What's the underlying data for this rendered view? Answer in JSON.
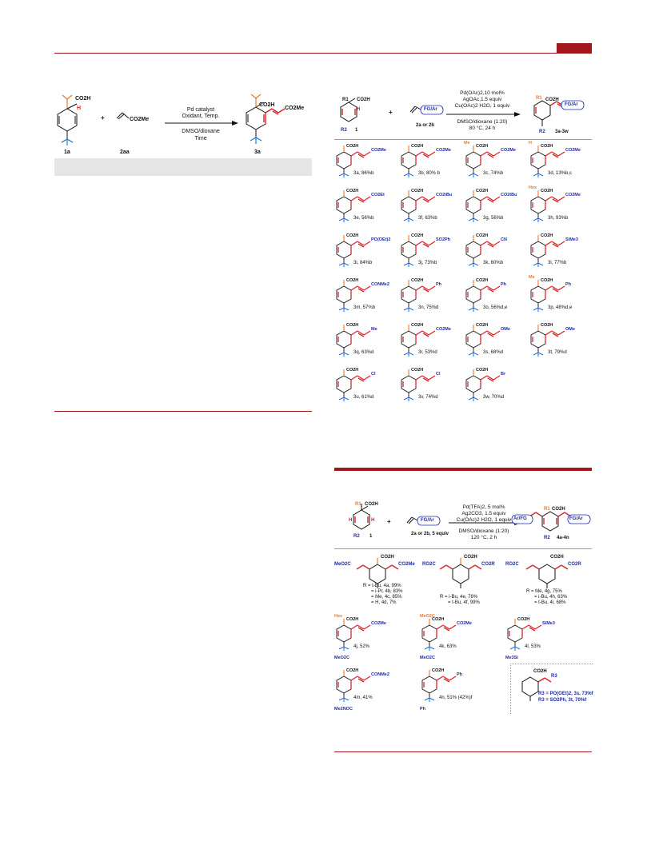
{
  "colors": {
    "accent_red": "#a3161b",
    "bond_red": "#d8242a",
    "substituent_blue": "#1b2aa6",
    "methyl_orange": "#e8792d",
    "panel_gray": "#e5e5e5"
  },
  "scheme1": {
    "reactant_acid_group": "CO2H",
    "reactant_h": "H",
    "plus": "+",
    "acrylate_group": "CO2Me",
    "conditions": [
      "Pd catalyst",
      "Oxidant, Temp.",
      "DMSO/dioxane",
      "Time"
    ],
    "product_acid": "CO2H",
    "product_ester": "CO2Me",
    "labels": {
      "substrate": "1a",
      "olefin": "2aa",
      "product": "3a"
    }
  },
  "scheme2": {
    "reactant_acid": "CO2H",
    "r1": "R1",
    "r2": "R2",
    "h": "H",
    "substrate_label": "1",
    "plus": "+",
    "olefin_group": "FG/Ar",
    "olefin_label": "2a or 2b",
    "conditions": [
      "Pd(OAc)2,10 mol%",
      "AgOAc,1.5 equiv",
      "Cu(OAc)2 H2O, 1 equiv",
      "DMSO/dioxane (1:20)",
      "80 °C, 24 h"
    ],
    "product_acid": "CO2H",
    "product_group": "FG/Ar",
    "product_label": "3a-3w",
    "products": [
      {
        "id": "3a",
        "yield": "3a, 86%b",
        "tail": "CO2Me"
      },
      {
        "id": "3b",
        "yield": "3b, 80% b",
        "tail": "CO2Me"
      },
      {
        "id": "3c",
        "yield": "3c, 74%b",
        "tail": "CO2Me",
        "sub": "Me"
      },
      {
        "id": "3d",
        "yield": "3d, 13%b,c",
        "tail": "CO2Me",
        "sub": "H"
      },
      {
        "id": "3e",
        "yield": "3e, 56%b",
        "tail": "CO2Et"
      },
      {
        "id": "3f",
        "yield": "3f, 63%b",
        "tail": "CO2iBu"
      },
      {
        "id": "3g",
        "yield": "3g, 56%b",
        "tail": "CO2tBu"
      },
      {
        "id": "3h",
        "yield": "3h, 93%b",
        "tail": "CO2Me",
        "sub": "Hex"
      },
      {
        "id": "3i",
        "yield": "3i, 84%b",
        "tail": "PO(OEt)2"
      },
      {
        "id": "3j",
        "yield": "3j, 73%b",
        "tail": "SO2Ph"
      },
      {
        "id": "3k",
        "yield": "3k, 60%b",
        "tail": "CN"
      },
      {
        "id": "3l",
        "yield": "3l, 77%b",
        "tail": "SiMe3"
      },
      {
        "id": "3m",
        "yield": "3m, 57%b",
        "tail": "CONMe2"
      },
      {
        "id": "3n",
        "yield": "3n, 75%d",
        "tail": "Ph"
      },
      {
        "id": "3o",
        "yield": "3o, 56%d,e",
        "tail": "Ph"
      },
      {
        "id": "3p",
        "yield": "3p, 48%d,e",
        "tail": "Ph",
        "sub": "Me"
      },
      {
        "id": "3q",
        "yield": "3q, 63%d",
        "tail": "Me"
      },
      {
        "id": "3r",
        "yield": "3r, 53%d",
        "tail": "CO2Me"
      },
      {
        "id": "3s",
        "yield": "3s, 68%d",
        "tail": "OMe"
      },
      {
        "id": "3t",
        "yield": "3t, 79%d",
        "tail": "OMe"
      },
      {
        "id": "3u",
        "yield": "3u, 61%d",
        "tail": "Cl"
      },
      {
        "id": "3v",
        "yield": "3v, 74%d",
        "tail": "Cl"
      },
      {
        "id": "3w",
        "yield": "3w, 70%d",
        "tail": "Br"
      }
    ]
  },
  "scheme3": {
    "reactant_acid": "CO2H",
    "r1": "R1",
    "r2": "R2",
    "h": "H",
    "substrate_label": "1",
    "plus": "+",
    "olefin_group": "FG/Ar",
    "olefin_label": "2a or 2b, 5 equiv",
    "conditions": [
      "Pd(TFA)2, 5 mol%",
      "Ag2CO3, 1.5 equiv",
      "Cu(OAc)2 H2O, 1 equiv",
      "DMSO/dioxane (1:20)",
      "120 °C, 2 h"
    ],
    "product_left": "Ar/FG",
    "product_right": "FG/Ar",
    "product_label": "4a-4n",
    "row1": {
      "a": {
        "left": "MeO2C",
        "right": "CO2Me",
        "lines": [
          "R = t-Bu, 4a, 99%",
          "= i-Pr, 4b, 83%",
          "= Me, 4c, 85%",
          "= H, 4d, 7%"
        ]
      },
      "b": {
        "left": "RO2C",
        "right": "CO2R",
        "lines": [
          "R = i-Bu, 4e, 76%",
          "= t-Bu, 4f, 99%"
        ]
      },
      "c": {
        "left": "RO2C",
        "right": "CO2R",
        "lines": [
          "R = Me, 4g, 75%",
          "= i-Bu, 4h, 63%",
          "= t-Bu, 4i, 68%"
        ]
      }
    },
    "row2": [
      {
        "left": "MeO2C",
        "right": "CO2Me",
        "sub": "Hex",
        "label": "4j, 52%"
      },
      {
        "left": "MeO2C",
        "right": "CO2Me",
        "sub": "MeO2C",
        "label": "4k, 63%"
      },
      {
        "left": "Me3Si",
        "right": "SiMe3",
        "label": "4l, 53%"
      }
    ],
    "row3": [
      {
        "left": "Me2NOC",
        "right": "CONMe2",
        "label": "4m, 41%"
      },
      {
        "left": "Ph",
        "right": "Ph",
        "label": "4n, 51% (42%)f"
      }
    ],
    "inset": {
      "acid": "CO2H",
      "r3": "R3",
      "lines": [
        "R3 = PO(OEt)2, 3s, 73%f",
        "R3 = SO2Ph, 3t, 70%f"
      ]
    }
  }
}
